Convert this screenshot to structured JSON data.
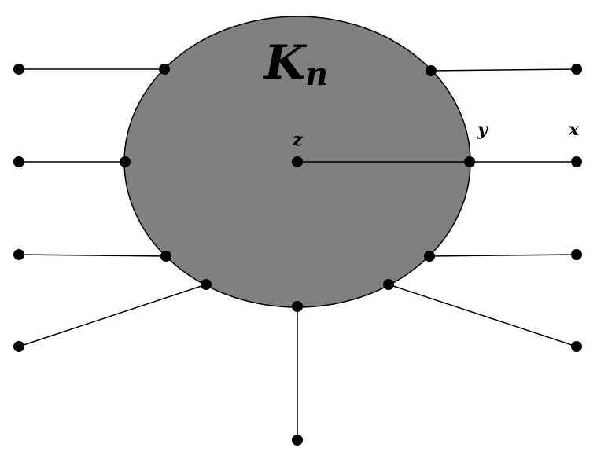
{
  "figure": {
    "blob_label_main": "K",
    "blob_label_sub": "n",
    "label_z": "z",
    "label_y": "y",
    "label_x": "x"
  },
  "colors": {
    "blob_fill": "#808080",
    "stroke": "#000000",
    "vertex": "#000000"
  }
}
